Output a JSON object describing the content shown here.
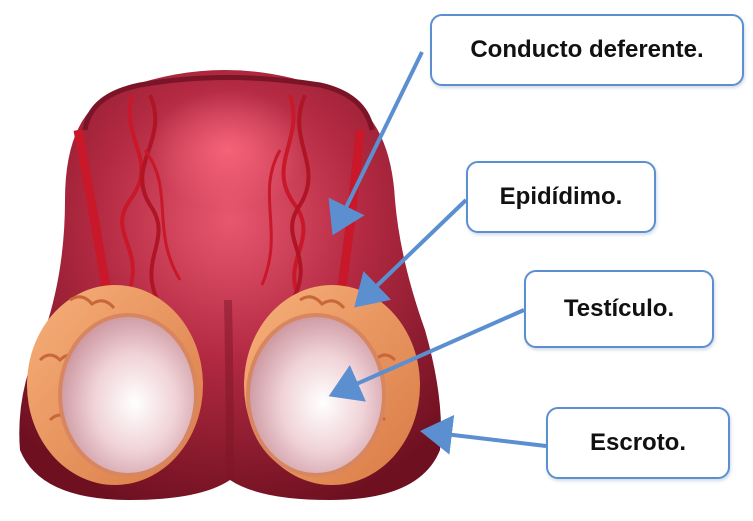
{
  "labels": {
    "conducto": "Conducto deferente.",
    "epididimo": "Epidídimo.",
    "testiculo": "Testículo.",
    "escroto": "Escroto."
  },
  "colors": {
    "scrotum_dark": "#6e1020",
    "scrotum_mid": "#a8243a",
    "scrotum_light": "#e0566e",
    "vessel": "#c8182a",
    "epididymis": "#e8945c",
    "testis": "#f1d2d7",
    "label_border": "#5b8fd0",
    "arrow": "#5b8fd0"
  }
}
